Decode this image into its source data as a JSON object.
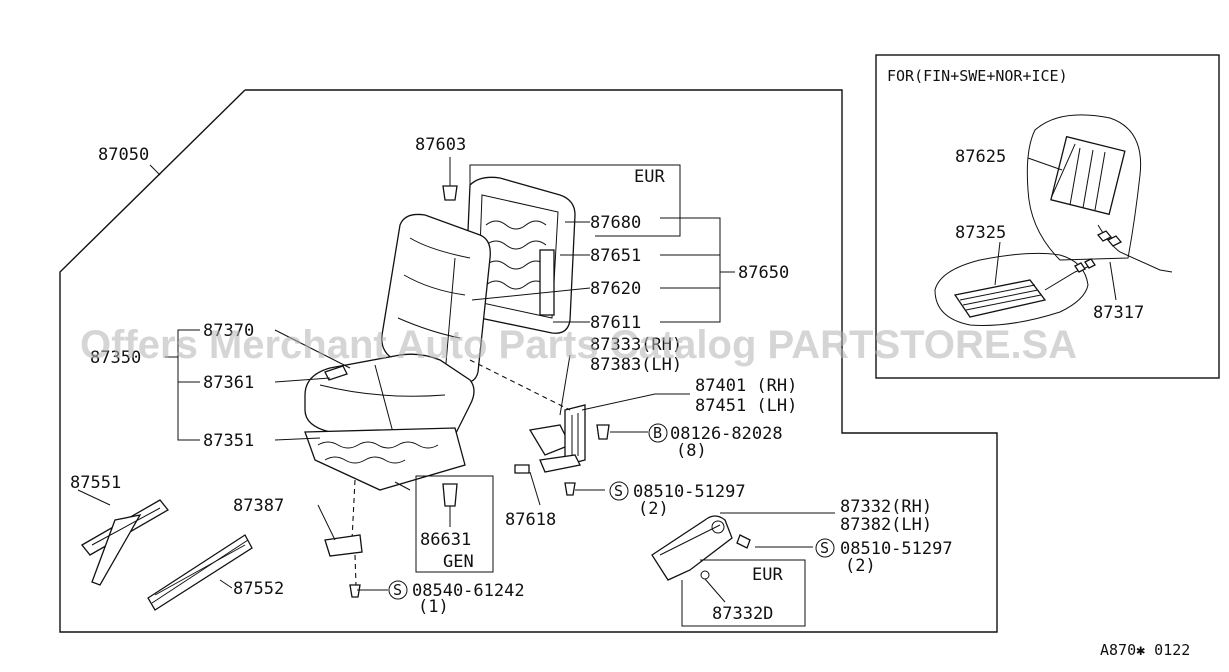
{
  "diagram_code": "A870✱ 0122",
  "watermark": "Offers Merchant Auto Parts Catalog PARTSTORE.SA",
  "inset": {
    "title": "FOR(FIN+SWE+NOR+ICE)",
    "labels": {
      "p87625": "87625",
      "p87325": "87325",
      "p87317": "87317"
    }
  },
  "parts": {
    "p87050": "87050",
    "p87603": "87603",
    "eur_top": "EUR",
    "p87680": "87680",
    "p87651": "87651",
    "p87650": "87650",
    "p87620": "87620",
    "p87611": "87611",
    "p87370": "87370",
    "p87350": "87350",
    "p87333": "87333(RH)",
    "p87383": "87383(LH)",
    "p87361": "87361",
    "p87401": "87401 (RH)",
    "p87451": "87451 (LH)",
    "p87351": "87351",
    "bolt_b": "08126-82028",
    "bolt_b_qty": "(8)",
    "bolt_b_symbol": "B",
    "p87551": "87551",
    "s1": "08510-51297",
    "s1_qty": "(2)",
    "p87618": "87618",
    "p87387": "87387",
    "p86631": "86631",
    "gen": "GEN",
    "p87332": "87332(RH)",
    "p87382": "87382(LH)",
    "s2": "08510-51297",
    "s2_qty": "(2)",
    "p87552": "87552",
    "s3": "08540-61242",
    "s3_qty": "(1)",
    "eur_bottom": "EUR",
    "p87332d": "87332D",
    "s_symbol": "S"
  }
}
